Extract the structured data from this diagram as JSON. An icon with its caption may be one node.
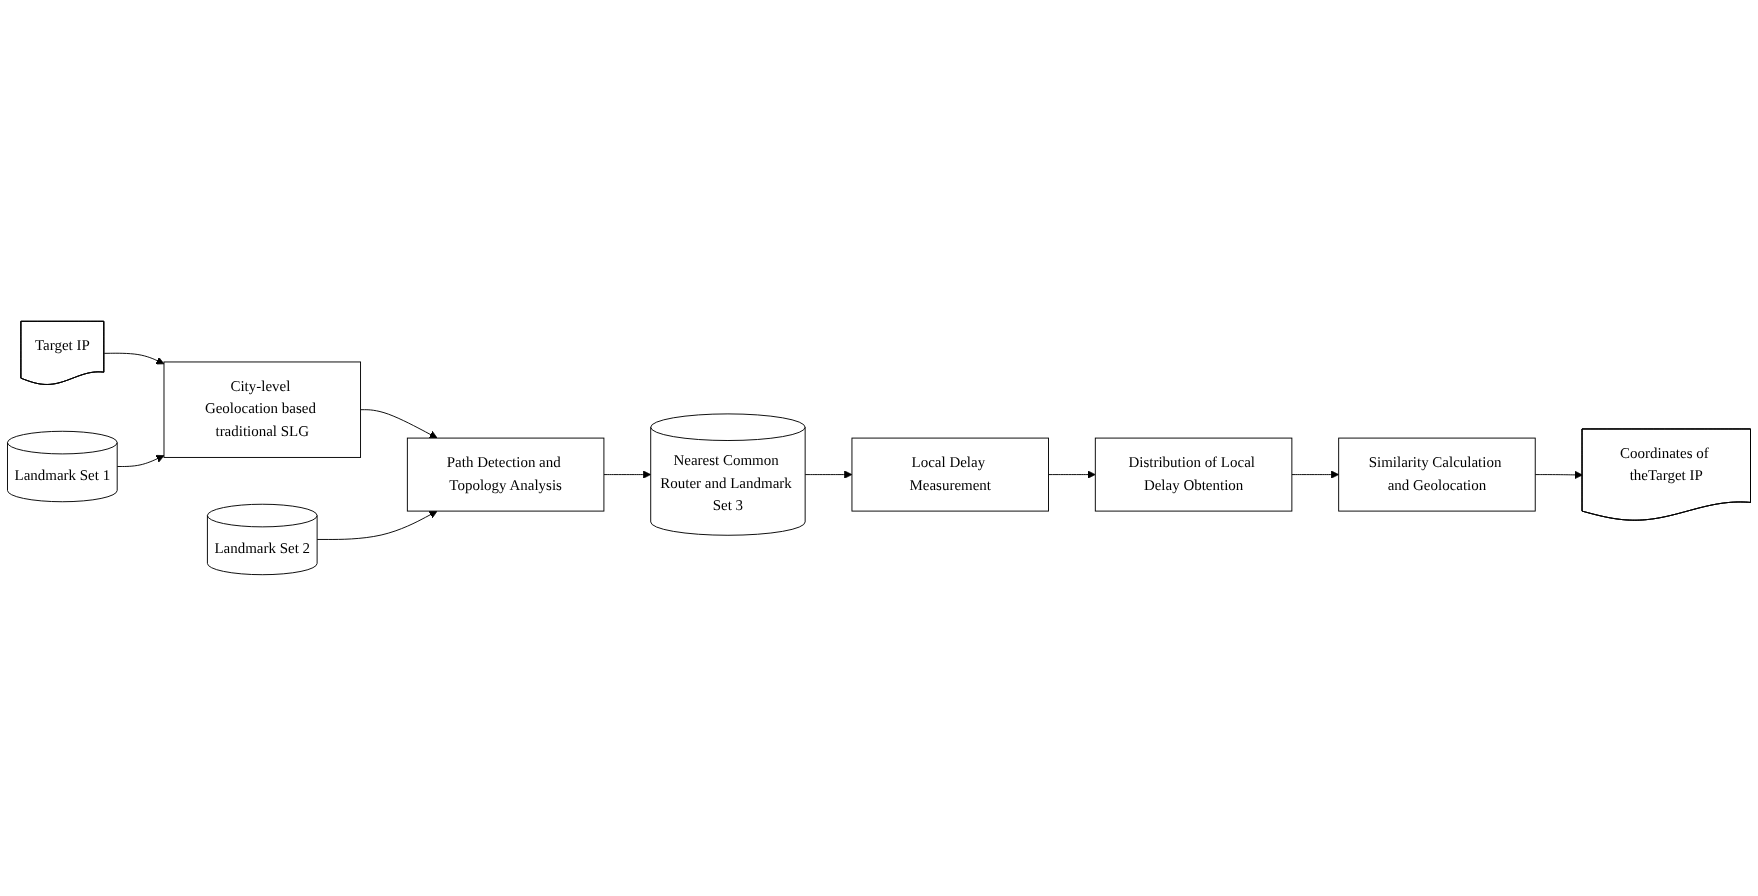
{
  "diagram": {
    "nodes": [
      {
        "text": [
          "Target IP"
        ]
      },
      {
        "text": [
          "City-level Geolocation based traditional SLG"
        ]
      },
      {
        "text": [
          "Path Detection and Topology Analysis"
        ]
      },
      {
        "text": [
          "Nearest Common Router and Landmark Set 3"
        ]
      },
      {
        "text": [
          "Landmark Set 1"
        ]
      },
      {
        "text": [
          "Landmark Set 2"
        ]
      },
      {
        "text": [
          "Coordinates of theTarget IP"
        ]
      },
      {
        "text": [
          "Similarity Calculation and Geolocation"
        ]
      },
      {
        "text": [
          "Distribution of Local Delay Obtention"
        ]
      },
      {
        "text": [
          "Local Delay Measurement"
        ]
      }
    ],
    "edges": [
      {
        "from": 0,
        "to": 1,
        "arrow": "to"
      },
      {
        "from": 1,
        "to": 2,
        "arrow": "to"
      },
      {
        "from": 2,
        "to": 3,
        "arrow": "to"
      },
      {
        "from": 4,
        "to": 1,
        "arrow": "to"
      },
      {
        "from": 5,
        "to": 2,
        "arrow": "to"
      },
      {
        "from": 3,
        "to": 9,
        "arrow": "to"
      },
      {
        "from": 9,
        "to": 8,
        "arrow": "to"
      },
      {
        "from": 8,
        "to": 7,
        "arrow": "to"
      },
      {
        "from": 7,
        "to": 6,
        "arrow": "to"
      }
    ]
  }
}
